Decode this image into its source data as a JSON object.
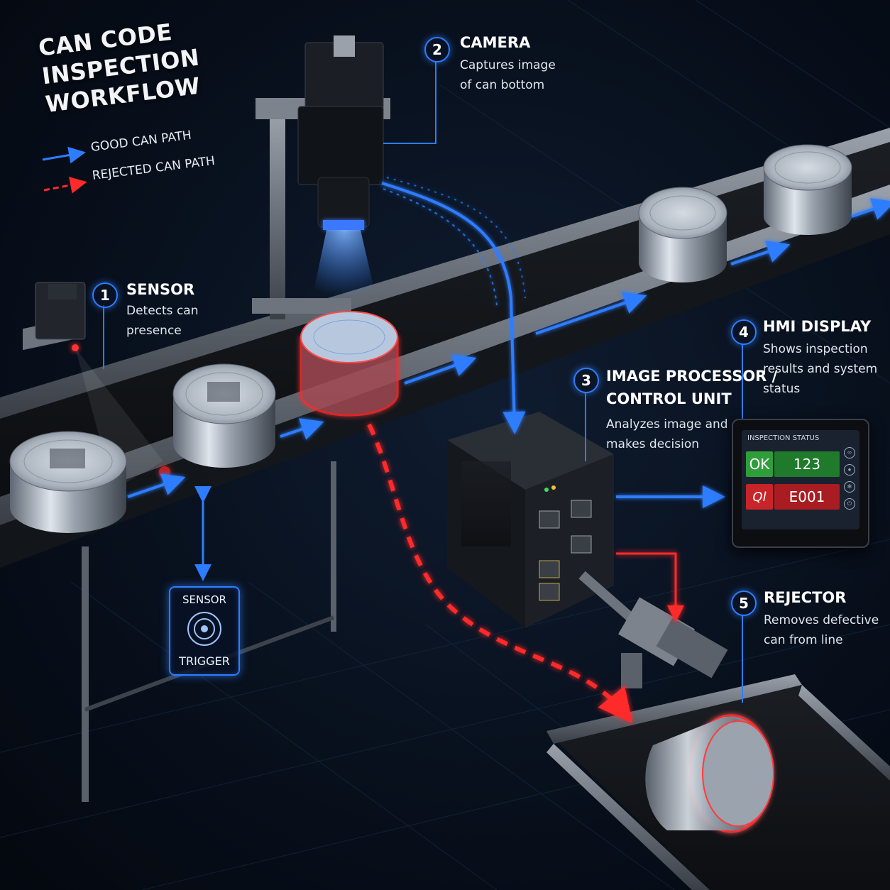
{
  "title": {
    "line1": "CAN CODE INSPECTION",
    "line2": "WORKFLOW"
  },
  "legend": {
    "good": "GOOD CAN PATH",
    "rejected": "REJECTED CAN PATH"
  },
  "colors": {
    "good_path": "#2e7dff",
    "rejected_path": "#ff2a2a",
    "badge_ring": "#2e7dff",
    "background": "#08101d"
  },
  "steps": [
    {
      "num": "1",
      "title": "SENSOR",
      "desc1": "Detects can",
      "desc2": "presence"
    },
    {
      "num": "2",
      "title": "CAMERA",
      "desc1": "Captures image",
      "desc2": "of can bottom"
    },
    {
      "num": "3",
      "title1": "IMAGE PROCESSOR /",
      "title2": "CONTROL UNIT",
      "desc1": "Analyzes image and",
      "desc2": "makes decision"
    },
    {
      "num": "4",
      "title": "HMI DISPLAY",
      "desc1": "Shows inspection",
      "desc2": "results and system",
      "desc3": "status"
    },
    {
      "num": "5",
      "title": "REJECTOR",
      "desc1": "Removes defective",
      "desc2": "can from line"
    }
  ],
  "trigger": {
    "line1": "SENSOR",
    "line2": "TRIGGER",
    "icon": "target-icon"
  },
  "hmi": {
    "screen_title": "INSPECTION STATUS",
    "ok_label": "OK",
    "ok_value": "123",
    "ng_label": "Ql",
    "ng_value": "E001",
    "icons": [
      "link-icon",
      "drop-icon",
      "gear-icon",
      "power-icon"
    ]
  }
}
